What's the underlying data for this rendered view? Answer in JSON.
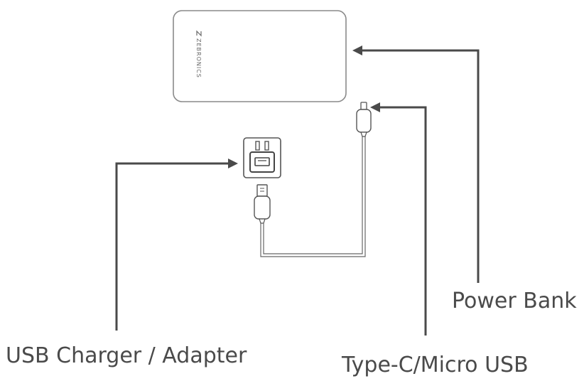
{
  "diagram": {
    "brand": "ZEBRONICS",
    "labels": {
      "power_bank": "Power Bank",
      "usb_charger": "USB Charger / Adapter",
      "cable": "Type-C/Micro USB"
    },
    "colors": {
      "line": "#4a4a4a",
      "device_outline": "#8a8a8a",
      "text": "#4a4a4a"
    }
  }
}
